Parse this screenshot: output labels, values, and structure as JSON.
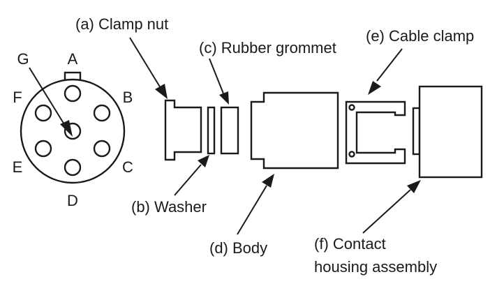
{
  "connector_face": {
    "pins": [
      "A",
      "B",
      "C",
      "D",
      "E",
      "F",
      "G"
    ]
  },
  "callouts": {
    "clamp_nut": "(a) Clamp nut",
    "washer": "(b) Washer",
    "rubber_grommet": "(c) Rubber grommet",
    "body": "(d) Body",
    "cable_clamp": "(e) Cable clamp",
    "contact_housing_line1": "(f) Contact",
    "contact_housing_line2": "housing assembly"
  },
  "colors": {
    "ink": "#1a1a1a",
    "paper": "#ffffff"
  }
}
